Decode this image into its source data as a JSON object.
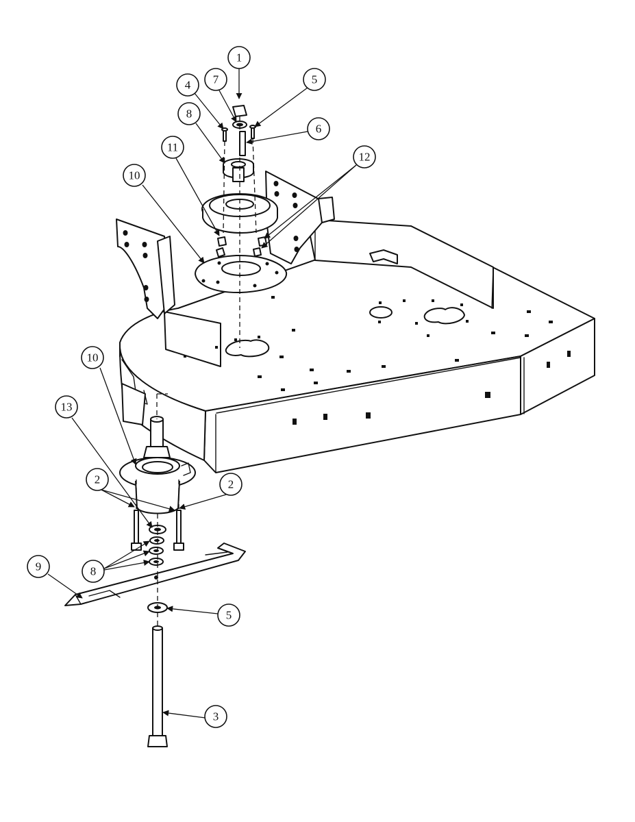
{
  "diagram": {
    "kind": "exploded parts drawing",
    "callouts": [
      "1",
      "2",
      "2",
      "3",
      "4",
      "5",
      "5",
      "6",
      "7",
      "8",
      "8",
      "9",
      "10",
      "10",
      "11",
      "12",
      "13"
    ]
  }
}
